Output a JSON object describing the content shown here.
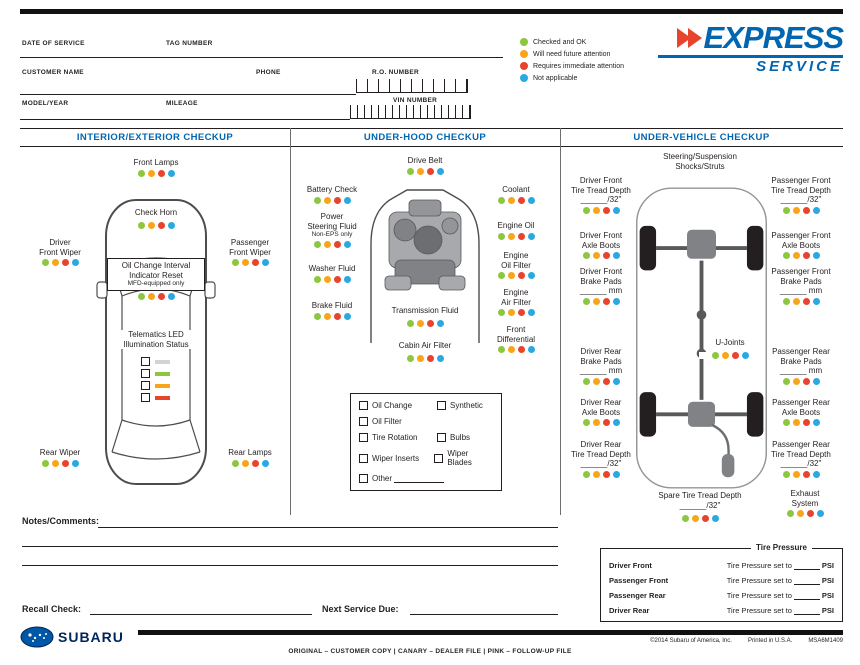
{
  "palette": {
    "blue": "#0066b1",
    "ink": "#231f20",
    "red": "#e8432d"
  },
  "status_colors": {
    "ok": "#8dc63f",
    "future": "#f9a51a",
    "immediate": "#e8432d",
    "na": "#2aa9e0"
  },
  "status_order": [
    "ok",
    "future",
    "immediate",
    "na"
  ],
  "header": {
    "fields": {
      "date_of_service": "DATE OF SERVICE",
      "tag_number": "TAG NUMBER",
      "customer_name": "CUSTOMER NAME",
      "phone": "PHONE",
      "ro_number": "R.O. NUMBER",
      "model_year": "MODEL/YEAR",
      "mileage": "MILEAGE",
      "vin_number": "VIN NUMBER"
    },
    "legend": [
      {
        "key": "ok",
        "label": "Checked and OK"
      },
      {
        "key": "future",
        "label": "Will need future attention"
      },
      {
        "key": "immediate",
        "label": "Requires immediate attention"
      },
      {
        "key": "na",
        "label": "Not applicable"
      }
    ],
    "logo": {
      "express": "EXPRESS",
      "service": "SERVICE"
    }
  },
  "sections": {
    "interior": {
      "title": "INTERIOR/EXTERIOR CHECKUP",
      "items": {
        "front_lamps": "Front Lamps",
        "check_horn": "Check Horn",
        "driver_front_wiper": "Driver\nFront Wiper",
        "passenger_front_wiper": "Passenger\nFront Wiper",
        "oil_reset_main": "Oil Change Interval\nIndicator Reset",
        "oil_reset_note": "MFD-equipped only",
        "telematics": "Telematics LED\nIllumination Status",
        "rear_wiper": "Rear Wiper",
        "rear_lamps": "Rear Lamps"
      },
      "telematics_leds": [
        "#d1d3d4",
        "#8dc63f",
        "#f9a51a",
        "#e8432d"
      ]
    },
    "underhood": {
      "title": "UNDER-HOOD CHECKUP",
      "items": {
        "drive_belt": "Drive Belt",
        "battery_check": "Battery Check",
        "power_steering_main": "Power\nSteering Fluid",
        "power_steering_note": "Non-EPS only",
        "washer_fluid": "Washer Fluid",
        "brake_fluid": "Brake Fluid",
        "coolant": "Coolant",
        "engine_oil": "Engine Oil",
        "engine_oil_filter": "Engine\nOil Filter",
        "engine_air_filter": "Engine\nAir Filter",
        "transmission_fluid": "Transmission Fluid",
        "front_differential": "Front\nDifferential",
        "cabin_air_filter": "Cabin Air Filter"
      },
      "service_checklist": {
        "oil_change": "Oil Change",
        "synthetic": "Synthetic",
        "oil_filter": "Oil Filter",
        "tire_rotation": "Tire Rotation",
        "bulbs": "Bulbs",
        "wiper_inserts": "Wiper Inserts",
        "wiper_blades": "Wiper Blades",
        "other": "Other"
      }
    },
    "undervehicle": {
      "title": "UNDER-VEHICLE CHECKUP",
      "items": {
        "steering": "Steering/Suspension\nShocks/Struts",
        "driver_front_tread": "Driver Front\nTire Tread Depth\n______/32\"",
        "passenger_front_tread": "Passenger Front\nTire Tread Depth\n______/32\"",
        "driver_front_axle": "Driver Front\nAxle Boots",
        "passenger_front_axle": "Passenger Front\nAxle Boots",
        "driver_front_brake": "Driver Front\nBrake Pads\n______ mm",
        "passenger_front_brake": "Passenger Front\nBrake Pads\n______ mm",
        "u_joints": "U-Joints",
        "driver_rear_brake": "Driver Rear\nBrake Pads\n______ mm",
        "passenger_rear_brake": "Passenger Rear\nBrake Pads\n______ mm",
        "driver_rear_axle": "Driver Rear\nAxle Boots",
        "passenger_rear_axle": "Passenger Rear\nAxle Boots",
        "driver_rear_tread": "Driver Rear\nTire Tread Depth\n______/32\"",
        "passenger_rear_tread": "Passenger Rear\nTire Tread Depth\n______/32\"",
        "spare_tread": "Spare Tire Tread Depth\n______/32\"",
        "exhaust": "Exhaust\nSystem"
      }
    }
  },
  "bottom": {
    "notes_label": "Notes/Comments:",
    "recall_label": "Recall Check:",
    "next_service_label": "Next Service Due:",
    "tire_pressure": {
      "title": "Tire Pressure",
      "set_to": "Tire Pressure set to",
      "psi": "PSI",
      "rows": [
        "Driver Front",
        "Passenger Front",
        "Passenger Rear",
        "Driver Rear"
      ]
    }
  },
  "footer": {
    "brand": "SUBARU",
    "distribution": "ORIGINAL – CUSTOMER COPY  |  CANARY – DEALER FILE  |  PINK – FOLLOW-UP FILE",
    "copyright": "©2014 Subaru of America, Inc.",
    "printed": "Printed in U.S.A.",
    "code": "MSA6M1409"
  }
}
